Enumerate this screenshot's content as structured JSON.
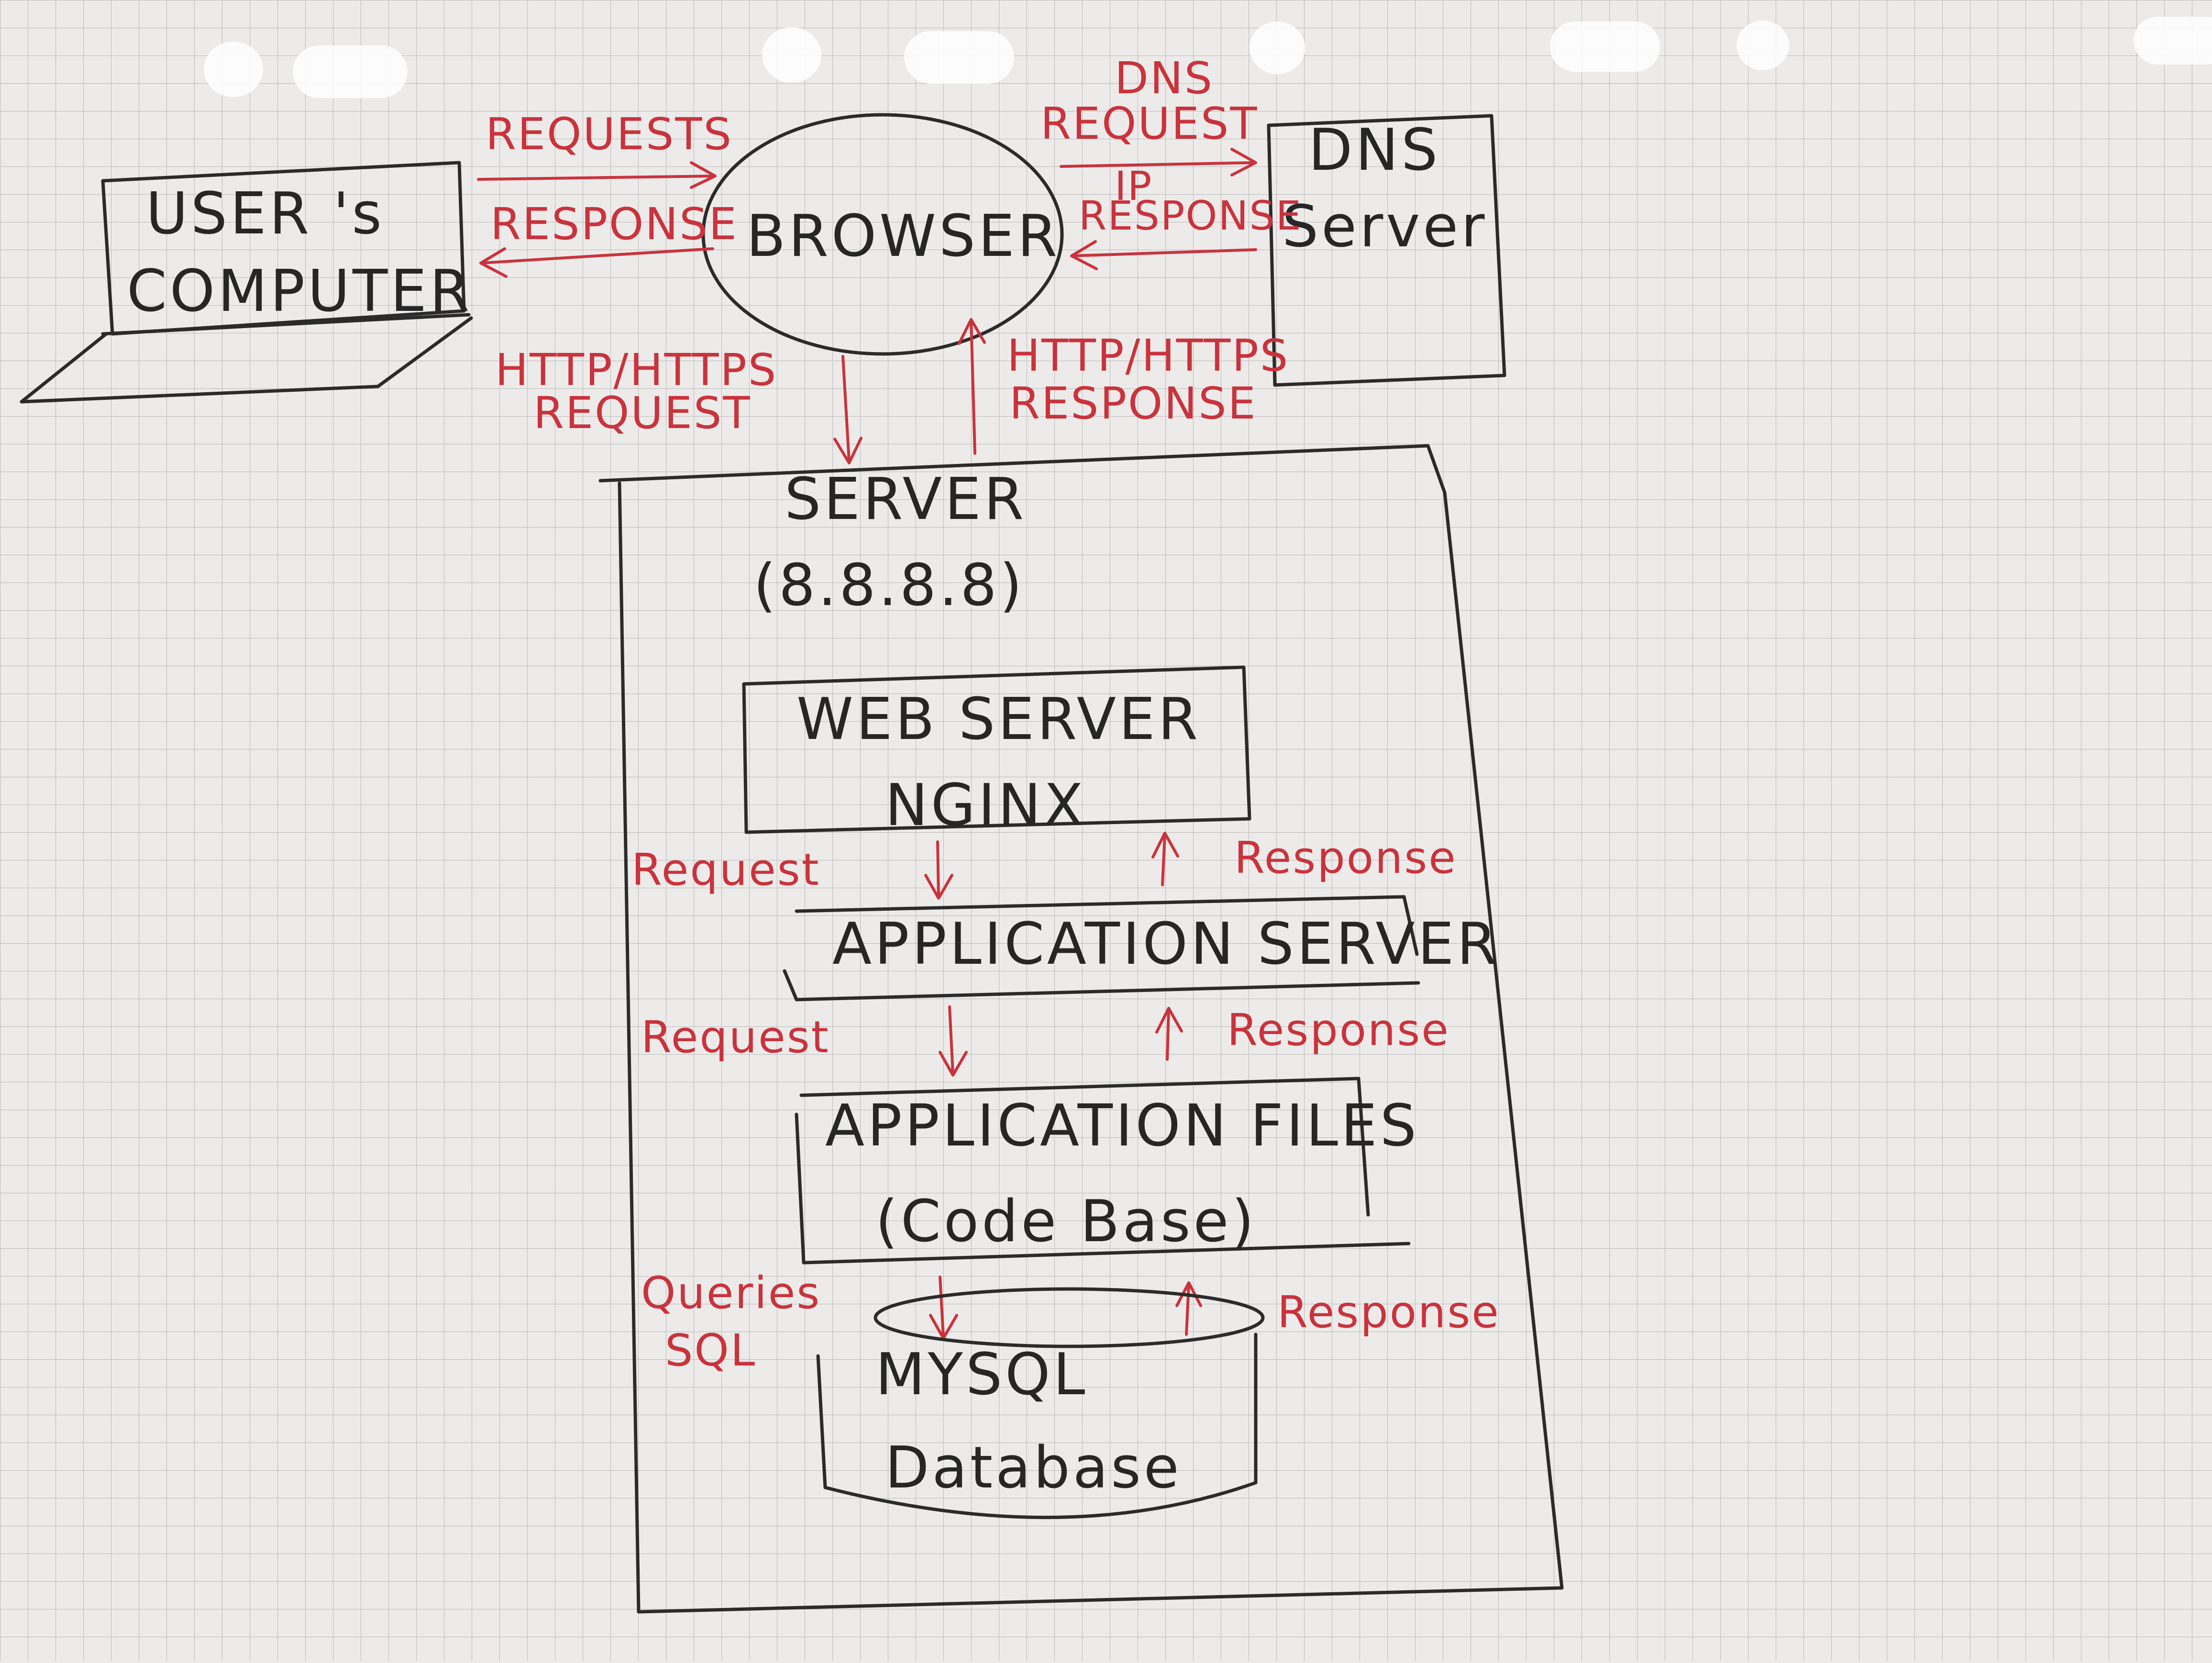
{
  "diagram": {
    "nodes": {
      "user_computer": {
        "line1": "USER 's",
        "line2": "COMPUTER"
      },
      "browser": {
        "label": "BROWSER"
      },
      "dns_server": {
        "line1": "DNS",
        "line2": "Server"
      },
      "server": {
        "line1": "SERVER",
        "line2": "(8.8.8.8)"
      },
      "web_server": {
        "line1": "WEB SERVER",
        "line2": "NGINX"
      },
      "application_server": {
        "label": "APPLICATION SERVER"
      },
      "application_files": {
        "line1": "APPLICATION FILES",
        "line2": "(Code Base)"
      },
      "database": {
        "line1": "MYSQL",
        "line2": "Database"
      }
    },
    "edges": {
      "user_to_browser": "REQUESTS",
      "browser_to_user": "RESPONSE",
      "browser_to_dns_line1": "DNS",
      "browser_to_dns_line2": "REQUEST",
      "dns_to_browser_line1": "IP",
      "dns_to_browser_line2": "RESPONSE",
      "browser_to_server_line1": "HTTP/HTTPS",
      "browser_to_server_line2": "REQUEST",
      "server_to_browser_line1": "HTTP/HTTPS",
      "server_to_browser_line2": "RESPONSE",
      "web_to_app_request": "Request",
      "app_to_web_response": "Response",
      "app_to_files_request": "Request",
      "files_to_app_response": "Response",
      "files_to_db_line1": "Queries",
      "files_to_db_line2": "SQL",
      "db_to_files_response": "Response"
    }
  },
  "colors": {
    "paper": "#ecebe9",
    "grid": "#b9b9b9",
    "ink": "#2b2b2b",
    "red_ink": "#c9333d"
  }
}
